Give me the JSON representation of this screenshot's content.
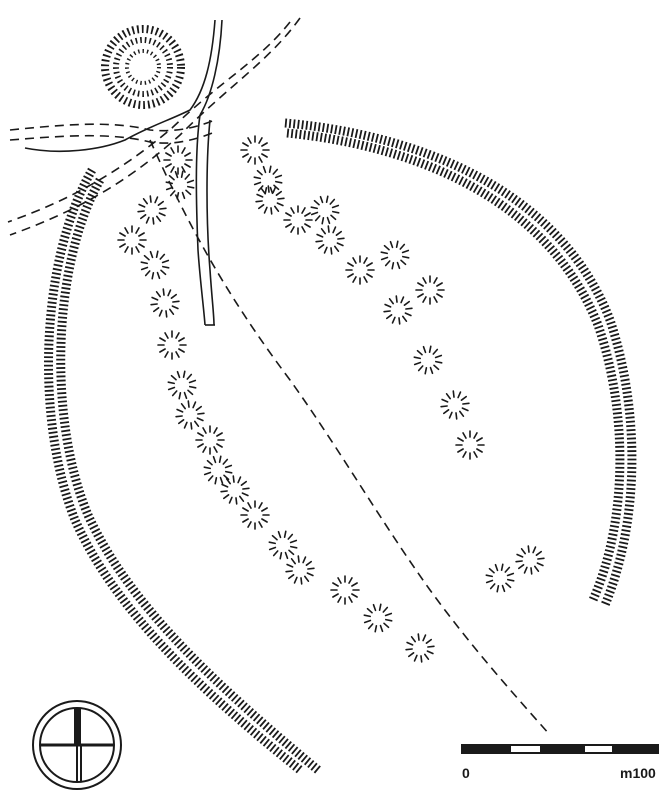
{
  "scale_bar": {
    "start_label": "0",
    "end_label": "m100"
  },
  "features": {
    "earthwork_banks": 2,
    "mound_rows": 3,
    "roads": 2,
    "ring_mound": 1,
    "north_arrow": "circle-cross-symbol"
  }
}
